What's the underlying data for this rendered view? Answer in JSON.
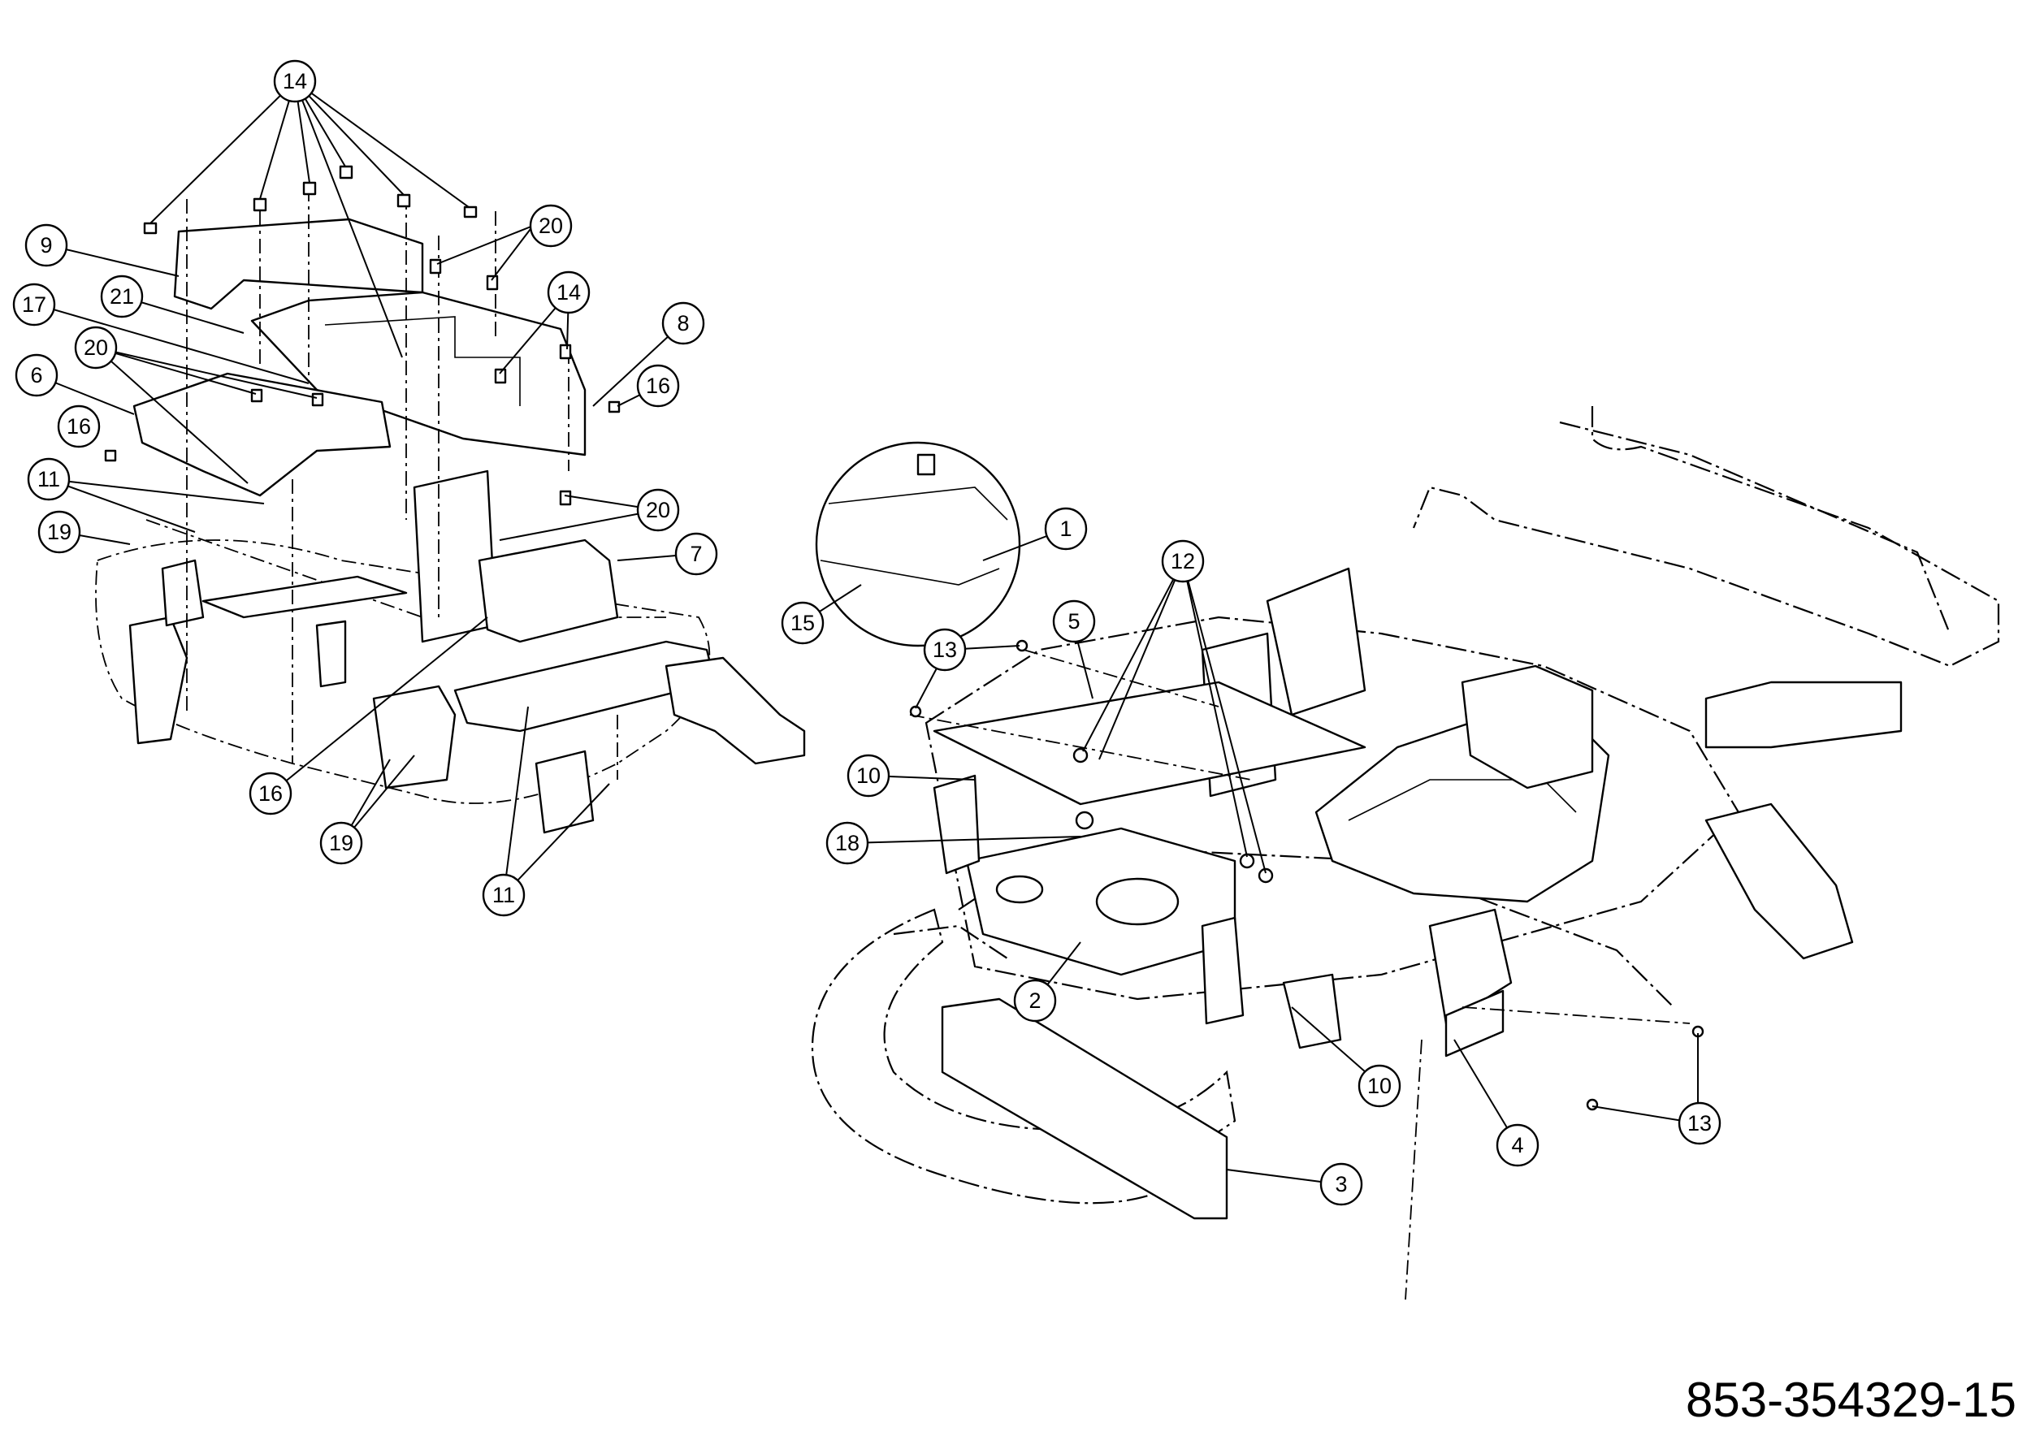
{
  "diagram": {
    "part_number": "853-354329-15",
    "callouts": [
      {
        "id": "c1",
        "label": "1"
      },
      {
        "id": "c2",
        "label": "2"
      },
      {
        "id": "c3",
        "label": "3"
      },
      {
        "id": "c4",
        "label": "4"
      },
      {
        "id": "c5",
        "label": "5"
      },
      {
        "id": "c6",
        "label": "6"
      },
      {
        "id": "c7",
        "label": "7"
      },
      {
        "id": "c8",
        "label": "8"
      },
      {
        "id": "c9",
        "label": "9"
      },
      {
        "id": "c10a",
        "label": "10"
      },
      {
        "id": "c10b",
        "label": "10"
      },
      {
        "id": "c11a",
        "label": "11"
      },
      {
        "id": "c11b",
        "label": "11"
      },
      {
        "id": "c12",
        "label": "12"
      },
      {
        "id": "c13a",
        "label": "13"
      },
      {
        "id": "c13b",
        "label": "13"
      },
      {
        "id": "c14a",
        "label": "14"
      },
      {
        "id": "c14b",
        "label": "14"
      },
      {
        "id": "c15",
        "label": "15"
      },
      {
        "id": "c16a",
        "label": "16"
      },
      {
        "id": "c16b",
        "label": "16"
      },
      {
        "id": "c16c",
        "label": "16"
      },
      {
        "id": "c17",
        "label": "17"
      },
      {
        "id": "c18",
        "label": "18"
      },
      {
        "id": "c19a",
        "label": "19"
      },
      {
        "id": "c19b",
        "label": "19"
      },
      {
        "id": "c20a",
        "label": "20"
      },
      {
        "id": "c20b",
        "label": "20"
      },
      {
        "id": "c20c",
        "label": "20"
      },
      {
        "id": "c21",
        "label": "21"
      }
    ]
  }
}
